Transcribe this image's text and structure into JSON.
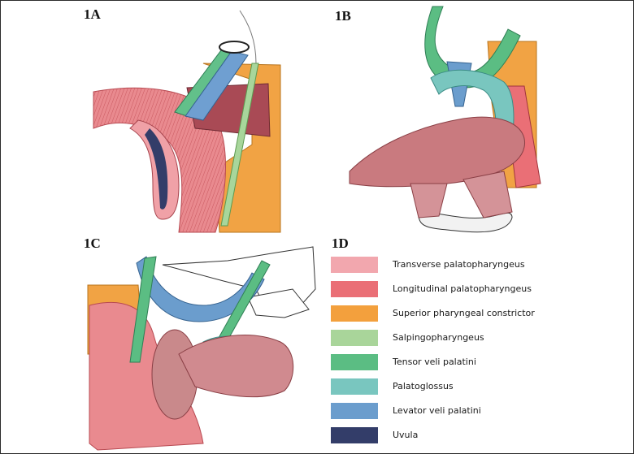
{
  "panels": {
    "a": "1A",
    "b": "1B",
    "c": "1C",
    "d": "1D"
  },
  "legend": [
    {
      "label": "Transverse palatopharyngeus",
      "color": "#f2a7ae"
    },
    {
      "label": "Longitudinal palatopharyngeus",
      "color": "#ea6f76"
    },
    {
      "label": "Superior pharyngeal constrictor",
      "color": "#f3a03d"
    },
    {
      "label": "Salpingopharyngeus",
      "color": "#a9d59a"
    },
    {
      "label": "Tensor veli palatini",
      "color": "#5bbd83"
    },
    {
      "label": "Palatoglossus",
      "color": "#79c6bf"
    },
    {
      "label": "Levator veli palatini",
      "color": "#6b9dcd"
    },
    {
      "label": "Uvula",
      "color": "#333d69"
    }
  ]
}
